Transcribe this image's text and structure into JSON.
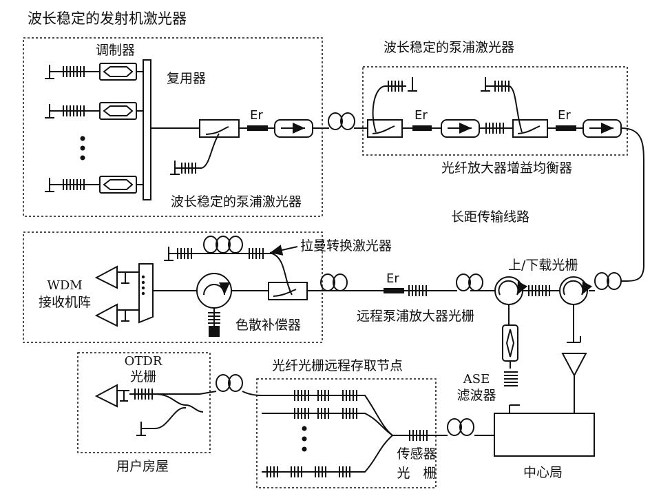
{
  "labels": {
    "tx_title": "波长稳定的发射机激光器",
    "modulator": "调制器",
    "mux": "复用器",
    "pump_bottom": "波长稳定的泵浦激光器",
    "pump_top": "波长稳定的泵浦激光器",
    "gain_eq": "光纤放大器增益均衡器",
    "long_haul": "长距传输线路",
    "raman": "拉曼转换激光器",
    "wdm_line1": "WDM",
    "wdm_line2": "接收机阵",
    "disp_comp": "色散补偿器",
    "add_drop": "上/下载光栅",
    "remote_pump": "远程泵浦放大器光栅",
    "otdr_line1": "OTDR",
    "otdr_line2": "光栅",
    "storage_node": "光纤光栅远程存取节点",
    "ase_line1": "ASE",
    "ase_line2": "滤波器",
    "sensor_line1": "传感器",
    "sensor_line2": "光　栅",
    "user": "用户房屋",
    "central": "中心局",
    "er1": "Er",
    "er2": "Er",
    "er3": "Er",
    "er4": "Er"
  },
  "colors": {
    "ink": "#111111",
    "box_dash": "#333333"
  }
}
